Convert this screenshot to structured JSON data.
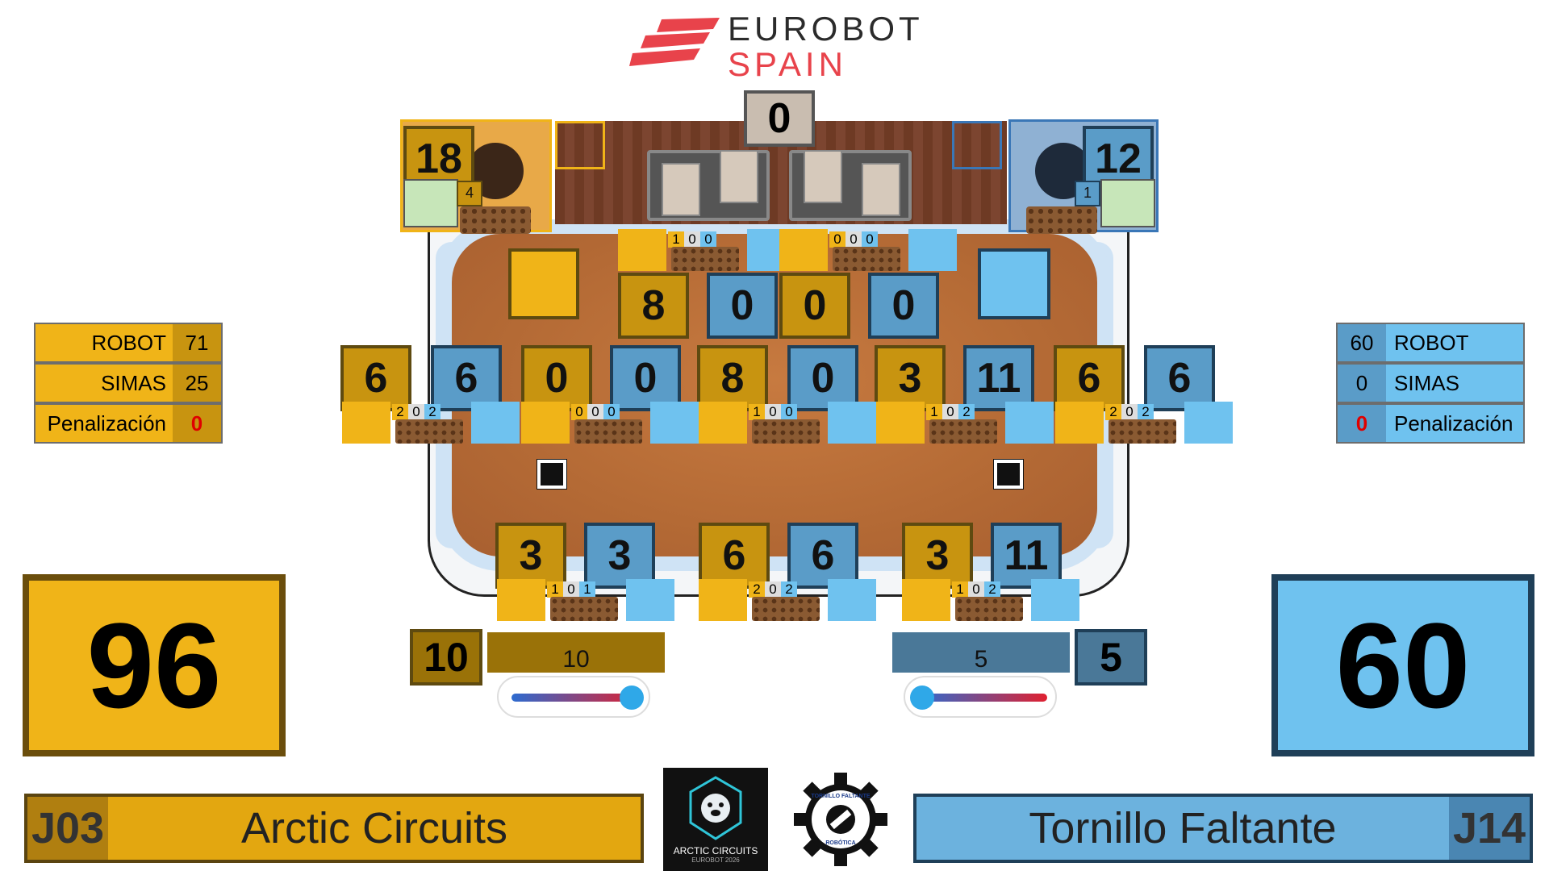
{
  "logo": {
    "line1": "EUROBOT",
    "line2": "SPAIN",
    "mark_color": "#e8434b"
  },
  "colors": {
    "yellow": "#f0b418",
    "yellow_dark": "#c89410",
    "blue": "#6fc2ef",
    "blue_dark": "#5a9cc8"
  },
  "field": {
    "center_top_score": "0",
    "yellow_nest": {
      "score": "18",
      "count": "4"
    },
    "blue_nest": {
      "score": "12",
      "count": "1"
    },
    "top_pantries": [
      {
        "c1": "1",
        "c2": "0",
        "c3": "0"
      },
      {
        "c1": "0",
        "c2": "0",
        "c3": "0"
      }
    ],
    "top_scores": [
      "8",
      "0",
      "0",
      "0"
    ],
    "mid_scores": [
      "6",
      "6",
      "0",
      "0",
      "8",
      "0",
      "3",
      "11",
      "6",
      "6"
    ],
    "mid_pantries": [
      {
        "c1": "2",
        "c2": "0",
        "c3": "2"
      },
      {
        "c1": "0",
        "c2": "0",
        "c3": "0"
      },
      {
        "c1": "1",
        "c2": "0",
        "c3": "0"
      },
      {
        "c1": "1",
        "c2": "0",
        "c3": "2"
      },
      {
        "c1": "2",
        "c2": "0",
        "c3": "2"
      }
    ],
    "bottom_scores": [
      "3",
      "3",
      "6",
      "6",
      "3",
      "11"
    ],
    "bottom_pantries": [
      {
        "c1": "1",
        "c2": "0",
        "c3": "1"
      },
      {
        "c1": "2",
        "c2": "0",
        "c3": "2"
      },
      {
        "c1": "1",
        "c2": "0",
        "c3": "2"
      }
    ]
  },
  "thermometer": {
    "yellow": {
      "score": "10",
      "label": "10"
    },
    "blue": {
      "score": "5",
      "label": "5"
    }
  },
  "yellow_stats": [
    {
      "label": "ROBOT",
      "value": "71"
    },
    {
      "label": "SIMAS",
      "value": "25"
    },
    {
      "label": "Penalización",
      "value": "0"
    }
  ],
  "blue_stats": [
    {
      "value": "60",
      "label": "ROBOT"
    },
    {
      "value": "0",
      "label": "SIMAS"
    },
    {
      "value": "0",
      "label": "Penalización"
    }
  ],
  "total": {
    "yellow": "96",
    "blue": "60"
  },
  "teams": {
    "yellow": {
      "code": "J03",
      "name": "Arctic Circuits"
    },
    "blue": {
      "code": "J14",
      "name": "Tornillo Faltante"
    }
  },
  "team_logos": {
    "arctic": {
      "line1": "ARCTIC CIRCUITS",
      "line2": "EUROBOT 2026"
    },
    "tornillo": {
      "top": "TORNILLO FALTANTE",
      "bottom": "ROBÓTICA"
    }
  }
}
